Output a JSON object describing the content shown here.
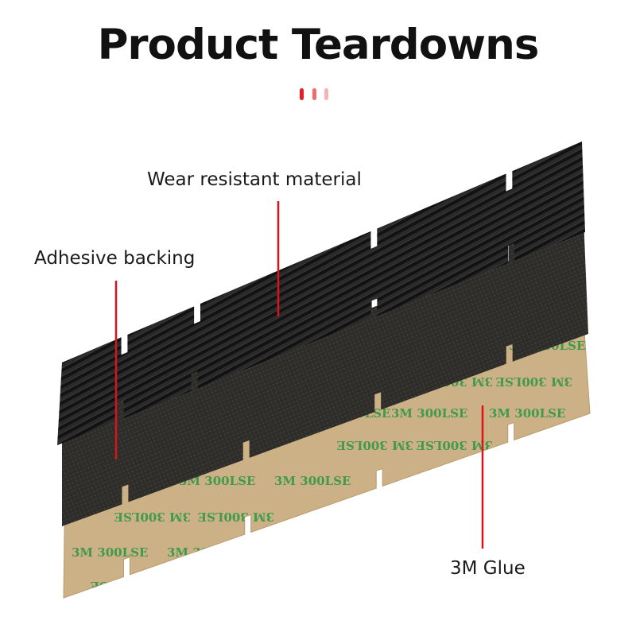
{
  "title": "Product Teardowns",
  "colors": {
    "accent_dots": [
      "#e31e24",
      "#ee6b6e",
      "#f6b3b5"
    ],
    "leader_line": "#d9141b",
    "glue_sheet": "#cdb186",
    "glue_print": "#3f9a4c",
    "mesh_layer": "#2f2e2b",
    "carbon_layer": "#141414"
  },
  "labels": {
    "wear": "Wear resistant material",
    "adhesive": "Adhesive backing",
    "glue": "3M Glue"
  },
  "glue_print_text": "3M 300LSE"
}
